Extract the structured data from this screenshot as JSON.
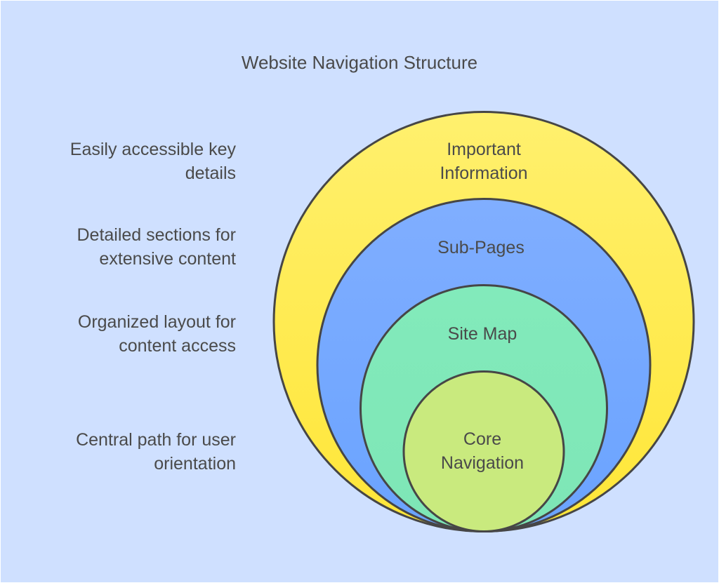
{
  "title": "Website Navigation Structure",
  "layers": [
    {
      "id": "important-information",
      "label_lines": [
        "Important",
        "Information"
      ],
      "description_lines": [
        "Easily accessible key",
        "details"
      ],
      "color_top": "#fff06e",
      "color_bottom": "#ffe637"
    },
    {
      "id": "sub-pages",
      "label_lines": [
        "Sub-Pages"
      ],
      "description_lines": [
        "Detailed sections for",
        "extensive content"
      ],
      "color_top": "#80aeff",
      "color_bottom": "#6aa3ff"
    },
    {
      "id": "site-map",
      "label_lines": [
        "Site Map"
      ],
      "description_lines": [
        "Organized layout for",
        "content access"
      ],
      "color_top": "#82eabb",
      "color_bottom": "#7ee6b6"
    },
    {
      "id": "core-navigation",
      "label_lines": [
        "Core",
        "Navigation"
      ],
      "description_lines": [
        "Central path for user",
        "orientation"
      ],
      "color_top": "#c9ea7e",
      "color_bottom": "#c9ea7e"
    }
  ],
  "colors": {
    "background": "#cfe0ff",
    "outline": "#464646",
    "text": "#4a4a4a"
  }
}
